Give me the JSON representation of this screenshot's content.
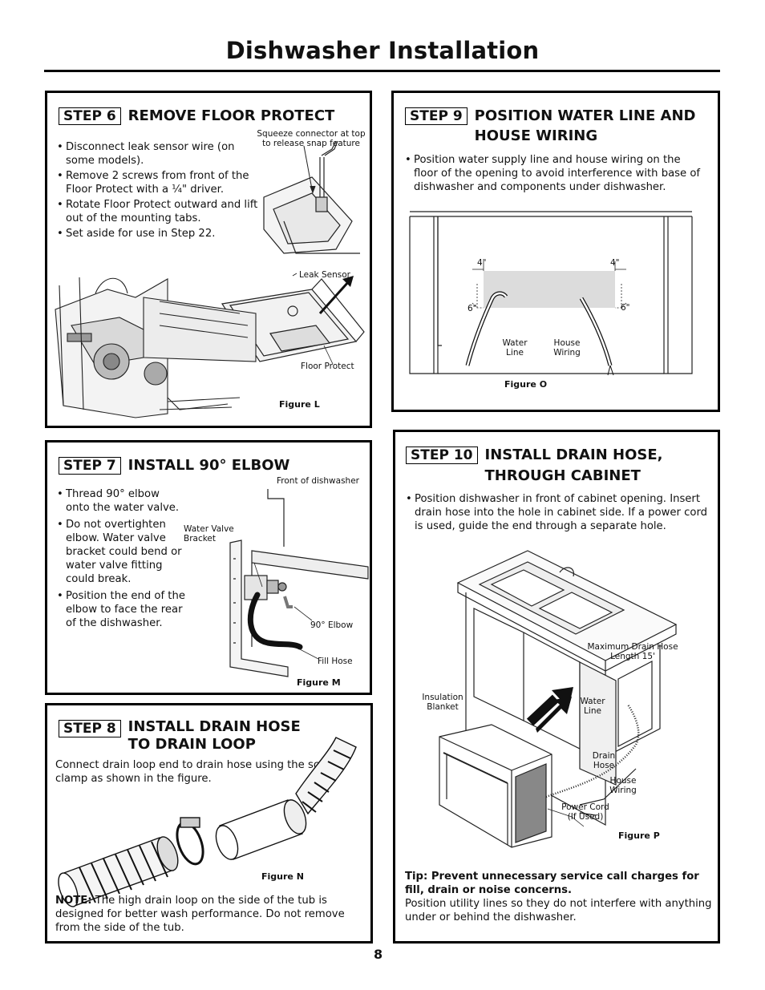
{
  "page": {
    "title": "Dishwasher Installation",
    "page_number": "8"
  },
  "step6": {
    "step_label": "STEP 6",
    "title": "REMOVE FLOOR PROTECT",
    "bullets": [
      "Disconnect leak sensor wire (on some models).",
      "Remove 2 screws from front of the Floor Protect with a ¼\" driver.",
      "Rotate Floor Protect outward and lift out of the mounting tabs.",
      "Set aside for use in Step 22."
    ],
    "callout_squeeze": "Squeeze connector at top to release snap feature",
    "label_leak_sensor": "Leak Sensor",
    "label_floor_protect": "Floor Protect",
    "figure": "Figure L"
  },
  "step7": {
    "step_label": "STEP 7",
    "title": "INSTALL 90° ELBOW",
    "bullets": [
      "Thread 90° elbow onto the water valve.",
      "Do not overtighten elbow. Water valve bracket could bend or water valve fitting could break.",
      "Position the end of the elbow to face the rear of the dishwasher."
    ],
    "label_front": "Front of dishwasher",
    "label_bracket": "Water Valve Bracket",
    "label_elbow": "90° Elbow",
    "label_fill_hose": "Fill Hose",
    "figure": "Figure M"
  },
  "step8": {
    "step_label": "STEP 8",
    "title": "INSTALL DRAIN HOSE TO DRAIN LOOP",
    "intro": "Connect drain loop end to drain hose using the screw clamp as shown in the figure.",
    "figure": "Figure N",
    "note_label": "NOTE:",
    "note_text": " The high drain loop on the side of the tub is designed for better wash performance. Do not remove from the side of the tub."
  },
  "step9": {
    "step_label": "STEP 9",
    "title": "POSITION WATER LINE AND HOUSE WIRING",
    "bullets": [
      "Position water supply line and house wiring on the floor of the opening to avoid interference with base of dishwasher and components under dishwasher."
    ],
    "dim_4_left": "4\"",
    "dim_4_right": "4\"",
    "dim_6_left": "6\"",
    "dim_6_right": "6\"",
    "label_water_line": "Water Line",
    "label_house_wiring": "House Wiring",
    "figure": "Figure O"
  },
  "step10": {
    "step_label": "STEP 10",
    "title": "INSTALL DRAIN HOSE, THROUGH CABINET",
    "bullets": [
      "Position dishwasher in front of cabinet opening. Insert drain hose into the hole in cabinet side. If a power cord is used, guide the end through a separate hole."
    ],
    "label_max_hose": "Maximum Drain Hose Length 15'",
    "label_insulation": "Insulation Blanket",
    "label_water_line": "Water Line",
    "label_drain_hose": "Drain Hose",
    "label_house_wiring": "House Wiring",
    "label_power_cord": "Power Cord (If Used)",
    "figure": "Figure P",
    "tip_bold": "Tip: Prevent unnecessary service call charges for fill, drain or noise concerns.",
    "tip_text": "Position utility lines so they do not interfere with anything under or behind the dishwasher."
  }
}
